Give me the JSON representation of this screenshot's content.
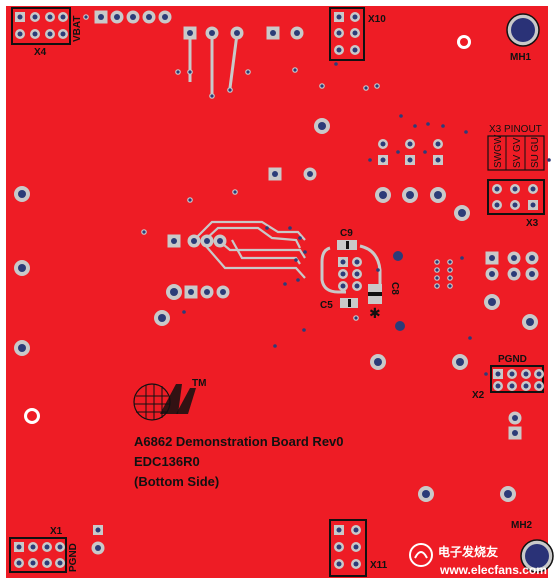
{
  "labels": {
    "vbat": "VBAT",
    "x4": "X4",
    "x10": "X10",
    "mh1": "MH1",
    "x3_pinout": "X3 PINOUT",
    "swgw": "SWGW",
    "gv": "GV",
    "gu": "GU",
    "sv": "SV",
    "su": "SU",
    "x3": "X3",
    "c9": "C9",
    "c8": "C8",
    "c5": "C5",
    "pgnd_right": "PGND",
    "x2": "X2",
    "x1": "X1",
    "pgnd_left": "PGND",
    "x11": "X11",
    "mh2": "MH2",
    "tm": "TM"
  },
  "title": {
    "line1": "A6862 Demonstration Board Rev0",
    "line2": "EDC136R0",
    "line3": "(Bottom Side)"
  },
  "watermark": {
    "text": "电子发烧友",
    "url": "www.elecfans.com"
  },
  "colors": {
    "board": "#ee1c25",
    "pad": "#c8c8c8",
    "hole": "#2c3c78",
    "silk": "#111111",
    "mounting": "#2a3277"
  }
}
